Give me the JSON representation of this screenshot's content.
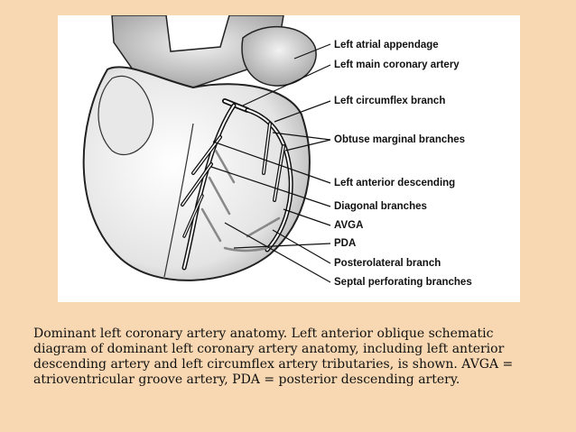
{
  "diagram": {
    "labels": [
      "Left atrial appendage",
      "Left main coronary artery",
      "Left circumflex branch",
      "Obtuse marginal branches",
      "Left anterior descending",
      "Diagonal branches",
      "AVGA",
      "PDA",
      "Posterolateral branch",
      "Septal perforating branches"
    ]
  },
  "caption": "Dominant left coronary artery anatomy. Left anterior oblique schematic diagram of dominant left coronary artery anatomy, including left anterior descending artery and left circumflex artery tributaries, is shown. AVGA = atrioventricular groove artery, PDA = posterior descending artery."
}
